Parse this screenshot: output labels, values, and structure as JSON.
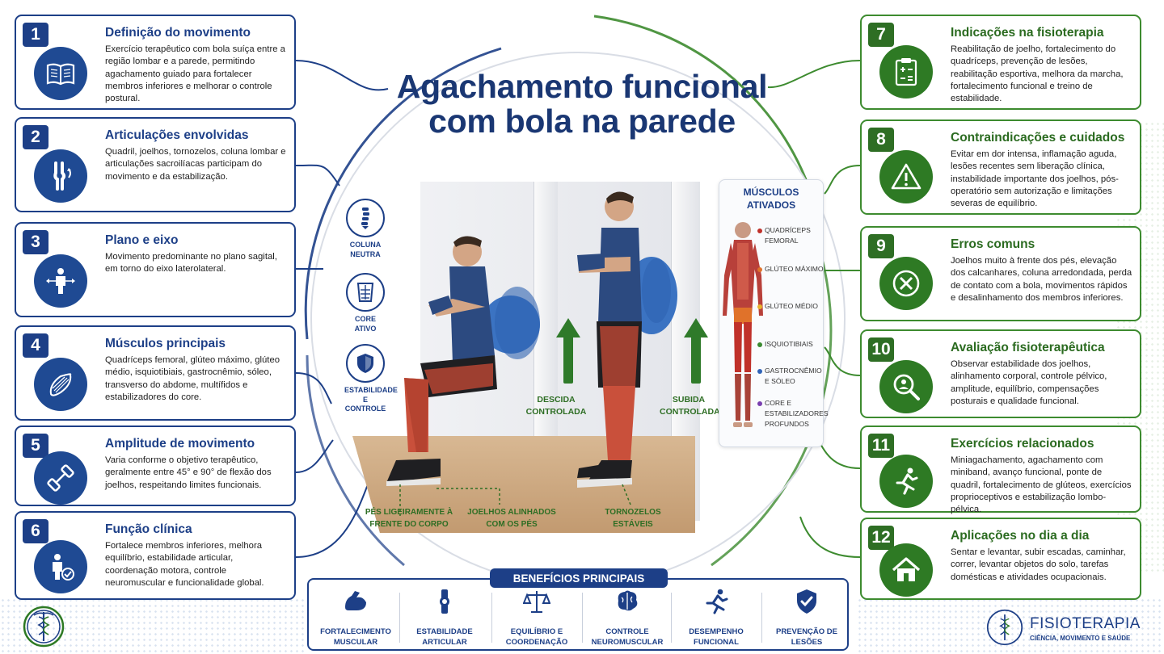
{
  "title": "Agachamento funcional com bola na parede",
  "left_cards": [
    {
      "num": "1",
      "title": "Definição do movimento",
      "text": "Exercício terapêutico com bola suíça entre a região lombar e a parede, permitindo agachamento guiado para fortalecer membros inferiores e melhorar o controle postural.",
      "icon": "book-icon"
    },
    {
      "num": "2",
      "title": "Articulações envolvidas",
      "text": "Quadril, joelhos, tornozelos, coluna lombar e articulações sacroilíacas participam do movimento e da estabilização.",
      "icon": "knee-joint-icon"
    },
    {
      "num": "3",
      "title": "Plano e eixo",
      "text": "Movimento predominante no plano sagital, em torno do eixo laterolateral.",
      "icon": "body-axis-icon"
    },
    {
      "num": "4",
      "title": "Músculos principais",
      "text": "Quadríceps femoral, glúteo máximo, glúteo médio, isquiotibiais, gastrocnêmio, sóleo, transverso do abdome, multífidos e estabilizadores do core.",
      "icon": "muscle-icon"
    },
    {
      "num": "5",
      "title": "Amplitude de movimento",
      "text": "Varia conforme o objetivo terapêutico, geralmente entre 45° e 90° de flexão dos joelhos, respeitando limites funcionais.",
      "icon": "dumbbell-icon"
    },
    {
      "num": "6",
      "title": "Função clínica",
      "text": "Fortalece membros inferiores, melhora equilíbrio, estabilidade articular, coordenação motora, controle neuromuscular e funcionalidade global.",
      "icon": "person-check-icon"
    }
  ],
  "right_cards": [
    {
      "num": "7",
      "title": "Indicações na fisioterapia",
      "text": "Reabilitação de joelho, fortalecimento do quadríceps, prevenção de lesões, reabilitação esportiva, melhora da marcha, fortalecimento funcional e treino de estabilidade.",
      "icon": "clipboard-icon"
    },
    {
      "num": "8",
      "title": "Contraindicações e cuidados",
      "text": "Evitar em dor intensa, inflamação aguda, lesões recentes sem liberação clínica, instabilidade importante dos joelhos, pós-operatório sem autorização e limitações severas de equilíbrio.",
      "icon": "warning-icon"
    },
    {
      "num": "9",
      "title": "Erros comuns",
      "text": "Joelhos muito à frente dos pés, elevação dos calcanhares, coluna arredondada, perda de contato com a bola, movimentos rápidos e desalinhamento dos membros inferiores.",
      "icon": "x-circle-icon"
    },
    {
      "num": "10",
      "title": "Avaliação fisioterapêutica",
      "text": "Observar estabilidade dos joelhos, alinhamento corporal, controle pélvico, amplitude, equilíbrio, compensações posturais e qualidade funcional.",
      "icon": "magnifier-icon"
    },
    {
      "num": "11",
      "title": "Exercícios relacionados",
      "text": "Miniagachamento, agachamento com miniband, avanço funcional, ponte de quadril, fortalecimento de glúteos, exercícios proprioceptivos e estabilização lombo-pélvica.",
      "icon": "running-icon"
    },
    {
      "num": "12",
      "title": "Aplicações no dia a dia",
      "text": "Sentar e levantar, subir escadas, caminhar, correr, levantar objetos do solo, tarefas domésticas e atividades ocupacionais.",
      "icon": "house-icon"
    }
  ],
  "side_icons": [
    {
      "label": "COLUNA NEUTRA",
      "icon": "spine-icon"
    },
    {
      "label": "CORE ATIVO",
      "icon": "torso-icon"
    },
    {
      "label": "ESTABILIDADE E CONTROLE",
      "icon": "shield-icon"
    }
  ],
  "phases": {
    "down": "DESCIDA CONTROLADA",
    "up": "SUBIDA CONTROLADA"
  },
  "foot_labels": [
    "PÉS LIGEIRAMENTE À FRENTE DO CORPO",
    "JOELHOS ALINHADOS COM OS PÉS",
    "TORNOZELOS ESTÁVEIS"
  ],
  "muscles_panel": {
    "title": "MÚSCULOS ATIVADOS",
    "items": [
      {
        "label": "QUADRÍCEPS FEMORAL",
        "color": "#c0312a"
      },
      {
        "label": "GLÚTEO MÁXIMO",
        "color": "#e0722a"
      },
      {
        "label": "GLÚTEO MÉDIO",
        "color": "#e8b22b"
      },
      {
        "label": "ISQUIOTIBIAIS",
        "color": "#3a8a30"
      },
      {
        "label": "GASTROCNÊMIO E SÓLEO",
        "color": "#2f63b8"
      },
      {
        "label": "CORE E ESTABILIZADORES PROFUNDOS",
        "color": "#7a3fb0"
      }
    ]
  },
  "benefits": {
    "title": "BENEFÍCIOS PRINCIPAIS",
    "items": [
      {
        "label": "FORTALECIMENTO MUSCULAR",
        "icon": "bicep-icon"
      },
      {
        "label": "ESTABILIDADE ARTICULAR",
        "icon": "joint-icon"
      },
      {
        "label": "EQUILÍBRIO E COORDENAÇÃO",
        "icon": "balance-scale-icon"
      },
      {
        "label": "CONTROLE NEUROMUSCULAR",
        "icon": "brain-icon"
      },
      {
        "label": "DESEMPENHO FUNCIONAL",
        "icon": "runner-icon"
      },
      {
        "label": "PREVENÇÃO DE LESÕES",
        "icon": "shield-check-icon"
      }
    ]
  },
  "brand": {
    "name": "FISIOTERAPIA",
    "tagline": "CIÊNCIA, MOVIMENTO E SAÚDE",
    "icon": "caduceus-icon"
  },
  "colors": {
    "blue": "#1d3f87",
    "green": "#2e6e24"
  }
}
